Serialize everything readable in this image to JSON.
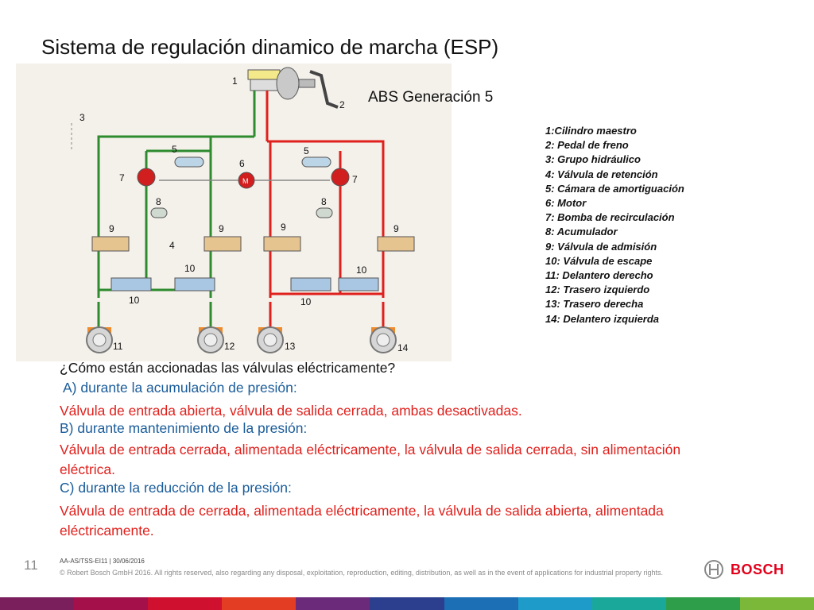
{
  "title": "Sistema de regulación dinamico de marcha (ESP)",
  "subtitle": "ABS Generación 5",
  "diagram_numbers": {
    "n1": "1",
    "n2": "2",
    "n3": "3",
    "n4": "4",
    "n5": "5",
    "n6": "6",
    "n7": "7",
    "n8": "8",
    "n9": "9",
    "n10": "10",
    "n11": "11",
    "n12": "12",
    "n13": "13",
    "n14": "14",
    "motor": "M"
  },
  "legend": [
    "1:Cilindro maestro",
    "2: Pedal de freno",
    "3: Grupo hidráulico",
    "4: Válvula de retención",
    "5: Cámara de amortiguación",
    "6: Motor",
    "7: Bomba de recirculación",
    "8: Acumulador",
    "9: Válvula de admisión",
    "10: Válvula de escape",
    "11: Delantero derecho",
    "12: Trasero izquierdo",
    "13: Trasero derecha",
    "14: Delantero izquierda"
  ],
  "question": "¿Cómo están accionadas las válvulas eléctricamente?",
  "sections": [
    {
      "heading": "A) durante la acumulación de presión:",
      "answer": "Válvula de entrada abierta, válvula de salida cerrada, ambas desactivadas."
    },
    {
      "heading": "B) durante mantenimiento de la presión:",
      "answer": "Válvula de entrada cerrada, alimentada eléctricamente, la válvula de salida cerrada, sin alimentación eléctrica."
    },
    {
      "heading": "C) durante la reducción de la presión:",
      "answer": "Válvula de entrada de cerrada, alimentada eléctricamente, la válvula de salida abierta, alimentada eléctricamente."
    }
  ],
  "footer": {
    "page_number": "11",
    "doc_id": "AA-AS/TSS-EI11 | 30/06/2016",
    "copyright": "© Robert Bosch GmbH 2016. All rights reserved, also regarding any disposal, exploitation, reproduction, editing, distribution, as well as in the event of applications for industrial property rights."
  },
  "logo_text": "BOSCH",
  "colors": {
    "green_circuit": "#2e8b2e",
    "red_circuit": "#e0201c",
    "answer_red": "#e0201c",
    "heading_blue": "#1a5c9a",
    "bosch_red": "#e2001a",
    "diagram_bg": "#f4f0ea"
  },
  "bottom_bar_colors": [
    "#7a1f5c",
    "#a3104a",
    "#d0102f",
    "#e33d24",
    "#6b2a7a",
    "#2c3f8f",
    "#1c6fb5",
    "#1f9bc9",
    "#1aa89b",
    "#2f9e4a",
    "#7bb83a"
  ]
}
